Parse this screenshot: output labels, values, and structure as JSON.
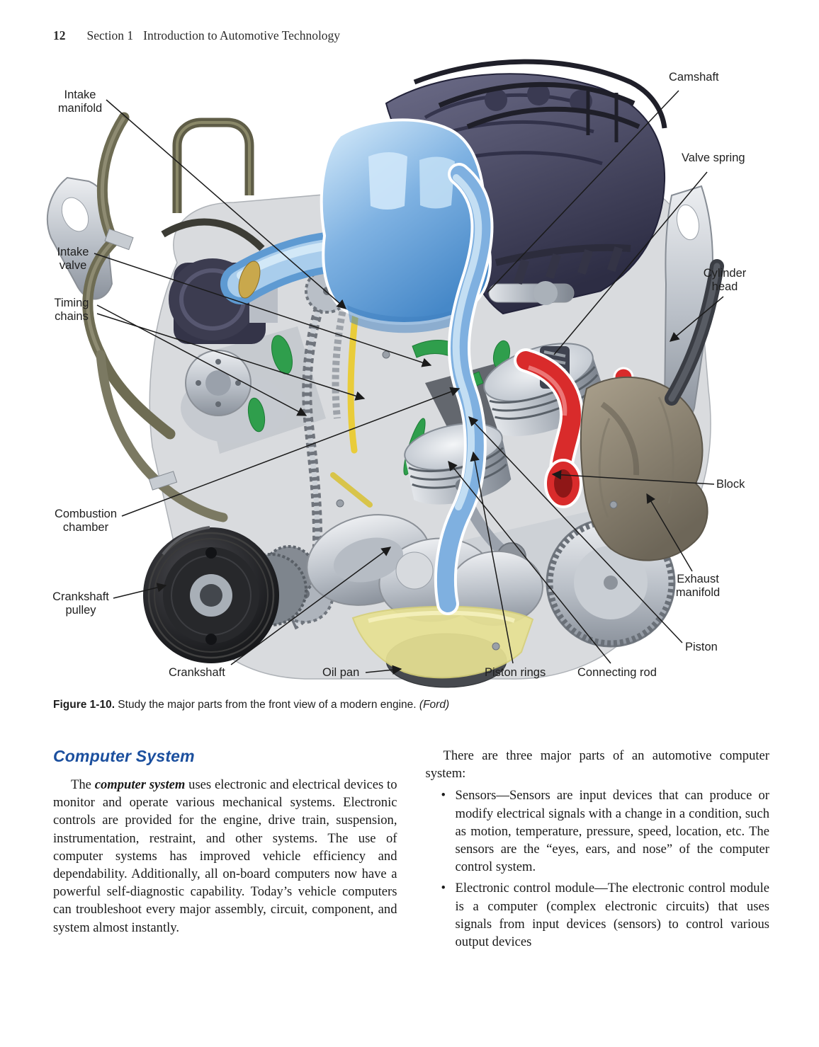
{
  "page": {
    "number": "12",
    "section": "Section 1",
    "title": "Introduction to Automotive Technology"
  },
  "figure": {
    "caption_label": "Figure 1-10.",
    "caption_text": " Study the major parts from the front view of a modern engine. ",
    "caption_credit": "(Ford)",
    "labels": [
      {
        "id": "intake-manifold",
        "text": "Intake\nmanifold"
      },
      {
        "id": "camshaft",
        "text": "Camshaft"
      },
      {
        "id": "valve-spring",
        "text": "Valve spring"
      },
      {
        "id": "intake-valve",
        "text": "Intake\nvalve"
      },
      {
        "id": "timing-chains",
        "text": "Timing\nchains"
      },
      {
        "id": "cylinder-head",
        "text": "Cylinder\nhead"
      },
      {
        "id": "combustion-chamber",
        "text": "Combustion\nchamber"
      },
      {
        "id": "block",
        "text": "Block"
      },
      {
        "id": "crankshaft-pulley",
        "text": "Crankshaft\npulley"
      },
      {
        "id": "exhaust-manifold",
        "text": "Exhaust\nmanifold"
      },
      {
        "id": "piston",
        "text": "Piston"
      },
      {
        "id": "crankshaft",
        "text": "Crankshaft"
      },
      {
        "id": "oil-pan",
        "text": "Oil pan"
      },
      {
        "id": "piston-rings",
        "text": "Piston rings"
      },
      {
        "id": "connecting-rod",
        "text": "Connecting rod"
      }
    ]
  },
  "article": {
    "heading": "Computer System",
    "heading_color": "#1b4f9e",
    "para1_prefix": "The ",
    "para1_term": "computer system",
    "para1_rest": " uses electronic and electrical devices to monitor and operate various mechanical systems. Electronic controls are provided for the engine, drive train, suspension, instrumentation, restraint, and other systems. The use of computer systems has improved vehicle efficiency and dependability. Additionally, all on-board computers now have a powerful self-diagnostic capability. Today’s vehicle computers can troubleshoot every major assembly, circuit, component, and system almost instantly.",
    "para2": "There are three major parts of an automotive computer system:",
    "bullet_char": "•",
    "bullets": [
      "Sensors—Sensors are input devices that can produce or modify electrical signals with a change in a condition, such as motion, temperature, pressure, speed, location, etc. The sensors are the “eyes, ears, and nose” of the computer control system.",
      "Electronic control module—The electronic control module is a computer (complex electronic circuits) that uses signals from input devices (sensors) to control various output devices"
    ]
  }
}
